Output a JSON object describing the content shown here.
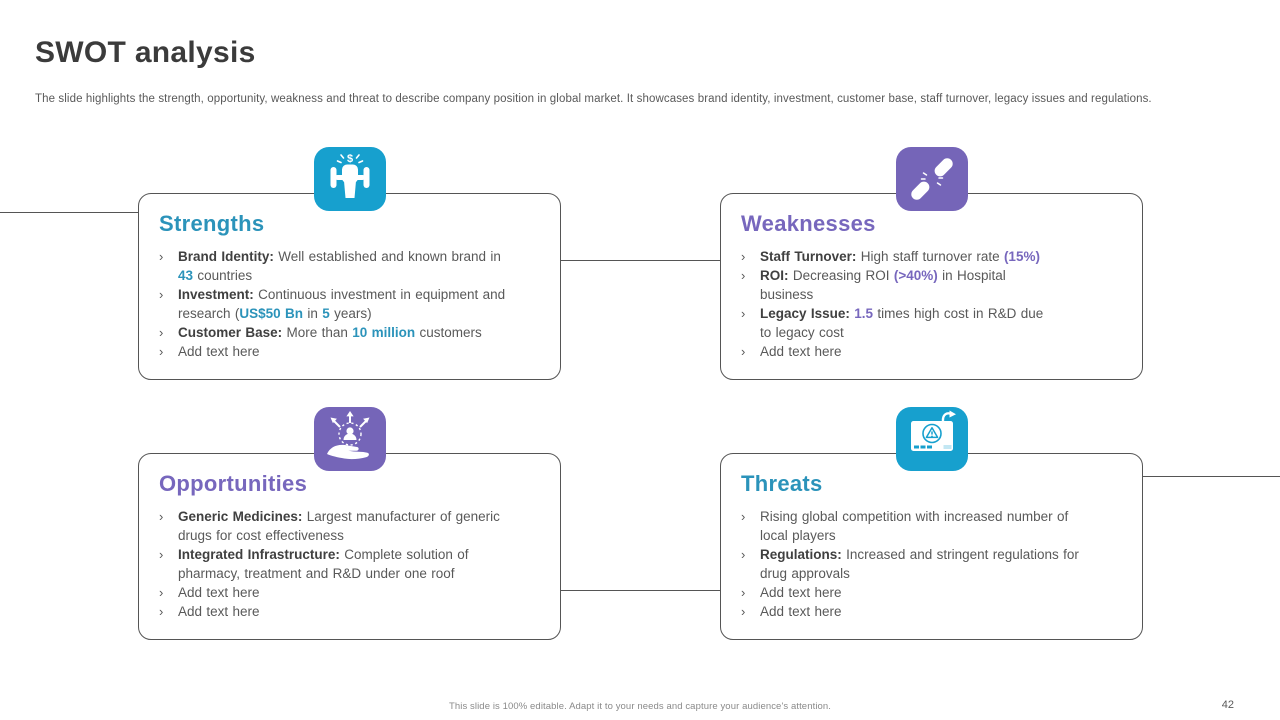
{
  "slide": {
    "title": "SWOT analysis",
    "subtitle": "The slide highlights the strength, opportunity, weakness and threat to describe company position in global market. It showcases brand identity, investment, customer base, staff turnover, legacy issues and regulations.",
    "footer_note": "This slide is 100% editable. Adapt it to your needs and capture your audience's attention.",
    "page_number": "42",
    "bullet_marker": "›"
  },
  "colors": {
    "teal_accent": "#2B93BA",
    "teal_icon_bg": "#17A0CE",
    "purple_accent": "#7767BD",
    "purple_icon_bg": "#7565B8",
    "text_dark": "#404040",
    "text_body": "#595959",
    "line_color": "#555555"
  },
  "quadrants": [
    {
      "key": "strengths",
      "heading": "Strengths",
      "accent": "teal",
      "icon": "fist-dumbbell-icon",
      "bullets": [
        {
          "segments": [
            {
              "t": "Brand Identity:",
              "s": "lead"
            },
            {
              "t": " Well established and known brand in",
              "s": "normal"
            },
            {
              "s": "br"
            },
            {
              "t": "43",
              "s": "accent"
            },
            {
              "t": " countries",
              "s": "normal"
            }
          ]
        },
        {
          "segments": [
            {
              "t": "Investment:",
              "s": "lead"
            },
            {
              "t": " Continuous investment in equipment and",
              "s": "normal"
            },
            {
              "s": "br"
            },
            {
              "t": "research (",
              "s": "normal"
            },
            {
              "t": "US$50 Bn",
              "s": "accent"
            },
            {
              "t": " in ",
              "s": "normal"
            },
            {
              "t": "5",
              "s": "accent"
            },
            {
              "t": " years)",
              "s": "normal"
            }
          ]
        },
        {
          "segments": [
            {
              "t": "Customer Base:",
              "s": "lead"
            },
            {
              "t": " More than ",
              "s": "normal"
            },
            {
              "t": "10 million",
              "s": "accent"
            },
            {
              "t": " customers",
              "s": "normal"
            }
          ]
        },
        {
          "placeholder": true,
          "segments": [
            {
              "t": "Add text here",
              "s": "normal"
            }
          ]
        }
      ]
    },
    {
      "key": "weaknesses",
      "heading": "Weaknesses",
      "accent": "purple",
      "icon": "broken-capsule-icon",
      "bullets": [
        {
          "segments": [
            {
              "t": "Staff Turnover:",
              "s": "lead"
            },
            {
              "t": " High staff turnover rate ",
              "s": "normal"
            },
            {
              "t": "(15%)",
              "s": "accent"
            }
          ]
        },
        {
          "segments": [
            {
              "t": "ROI:",
              "s": "lead"
            },
            {
              "t": " Decreasing ROI ",
              "s": "normal"
            },
            {
              "t": "(>40%)",
              "s": "accent"
            },
            {
              "t": " in Hospital",
              "s": "normal"
            },
            {
              "s": "br"
            },
            {
              "t": "business",
              "s": "normal"
            }
          ]
        },
        {
          "segments": [
            {
              "t": "Legacy Issue:",
              "s": "lead"
            },
            {
              "t": " ",
              "s": "normal"
            },
            {
              "t": "1.5",
              "s": "accent"
            },
            {
              "t": " times high cost in R&D due",
              "s": "normal"
            },
            {
              "s": "br"
            },
            {
              "t": "to legacy cost",
              "s": "normal"
            }
          ]
        },
        {
          "placeholder": true,
          "segments": [
            {
              "t": "Add text here",
              "s": "normal"
            }
          ]
        }
      ]
    },
    {
      "key": "opportunities",
      "heading": "Opportunities",
      "accent": "purple",
      "icon": "hand-growth-icon",
      "bullets": [
        {
          "segments": [
            {
              "t": "Generic Medicines:",
              "s": "lead"
            },
            {
              "t": " Largest manufacturer of generic",
              "s": "normal"
            },
            {
              "s": "br"
            },
            {
              "t": "drugs for cost effectiveness",
              "s": "normal"
            }
          ]
        },
        {
          "segments": [
            {
              "t": "Integrated Infrastructure:",
              "s": "lead"
            },
            {
              "t": " Complete solution of",
              "s": "normal"
            },
            {
              "s": "br"
            },
            {
              "t": "pharmacy, treatment and R&D under one roof",
              "s": "normal"
            }
          ]
        },
        {
          "placeholder": true,
          "segments": [
            {
              "t": "Add text here",
              "s": "normal"
            }
          ]
        },
        {
          "placeholder": true,
          "segments": [
            {
              "t": "Add text here",
              "s": "normal"
            }
          ]
        }
      ]
    },
    {
      "key": "threats",
      "heading": "Threats",
      "accent": "teal",
      "icon": "bomb-card-icon",
      "bullets": [
        {
          "segments": [
            {
              "t": "Rising global competition with increased number of",
              "s": "normal"
            },
            {
              "s": "br"
            },
            {
              "t": "local players",
              "s": "normal"
            }
          ]
        },
        {
          "segments": [
            {
              "t": "Regulations:",
              "s": "lead"
            },
            {
              "t": " Increased and stringent regulations for",
              "s": "normal"
            },
            {
              "s": "br"
            },
            {
              "t": " drug approvals",
              "s": "normal"
            }
          ]
        },
        {
          "placeholder": true,
          "segments": [
            {
              "t": "Add text here",
              "s": "normal"
            }
          ]
        },
        {
          "placeholder": true,
          "segments": [
            {
              "t": "Add text here",
              "s": "normal"
            }
          ]
        }
      ]
    }
  ]
}
